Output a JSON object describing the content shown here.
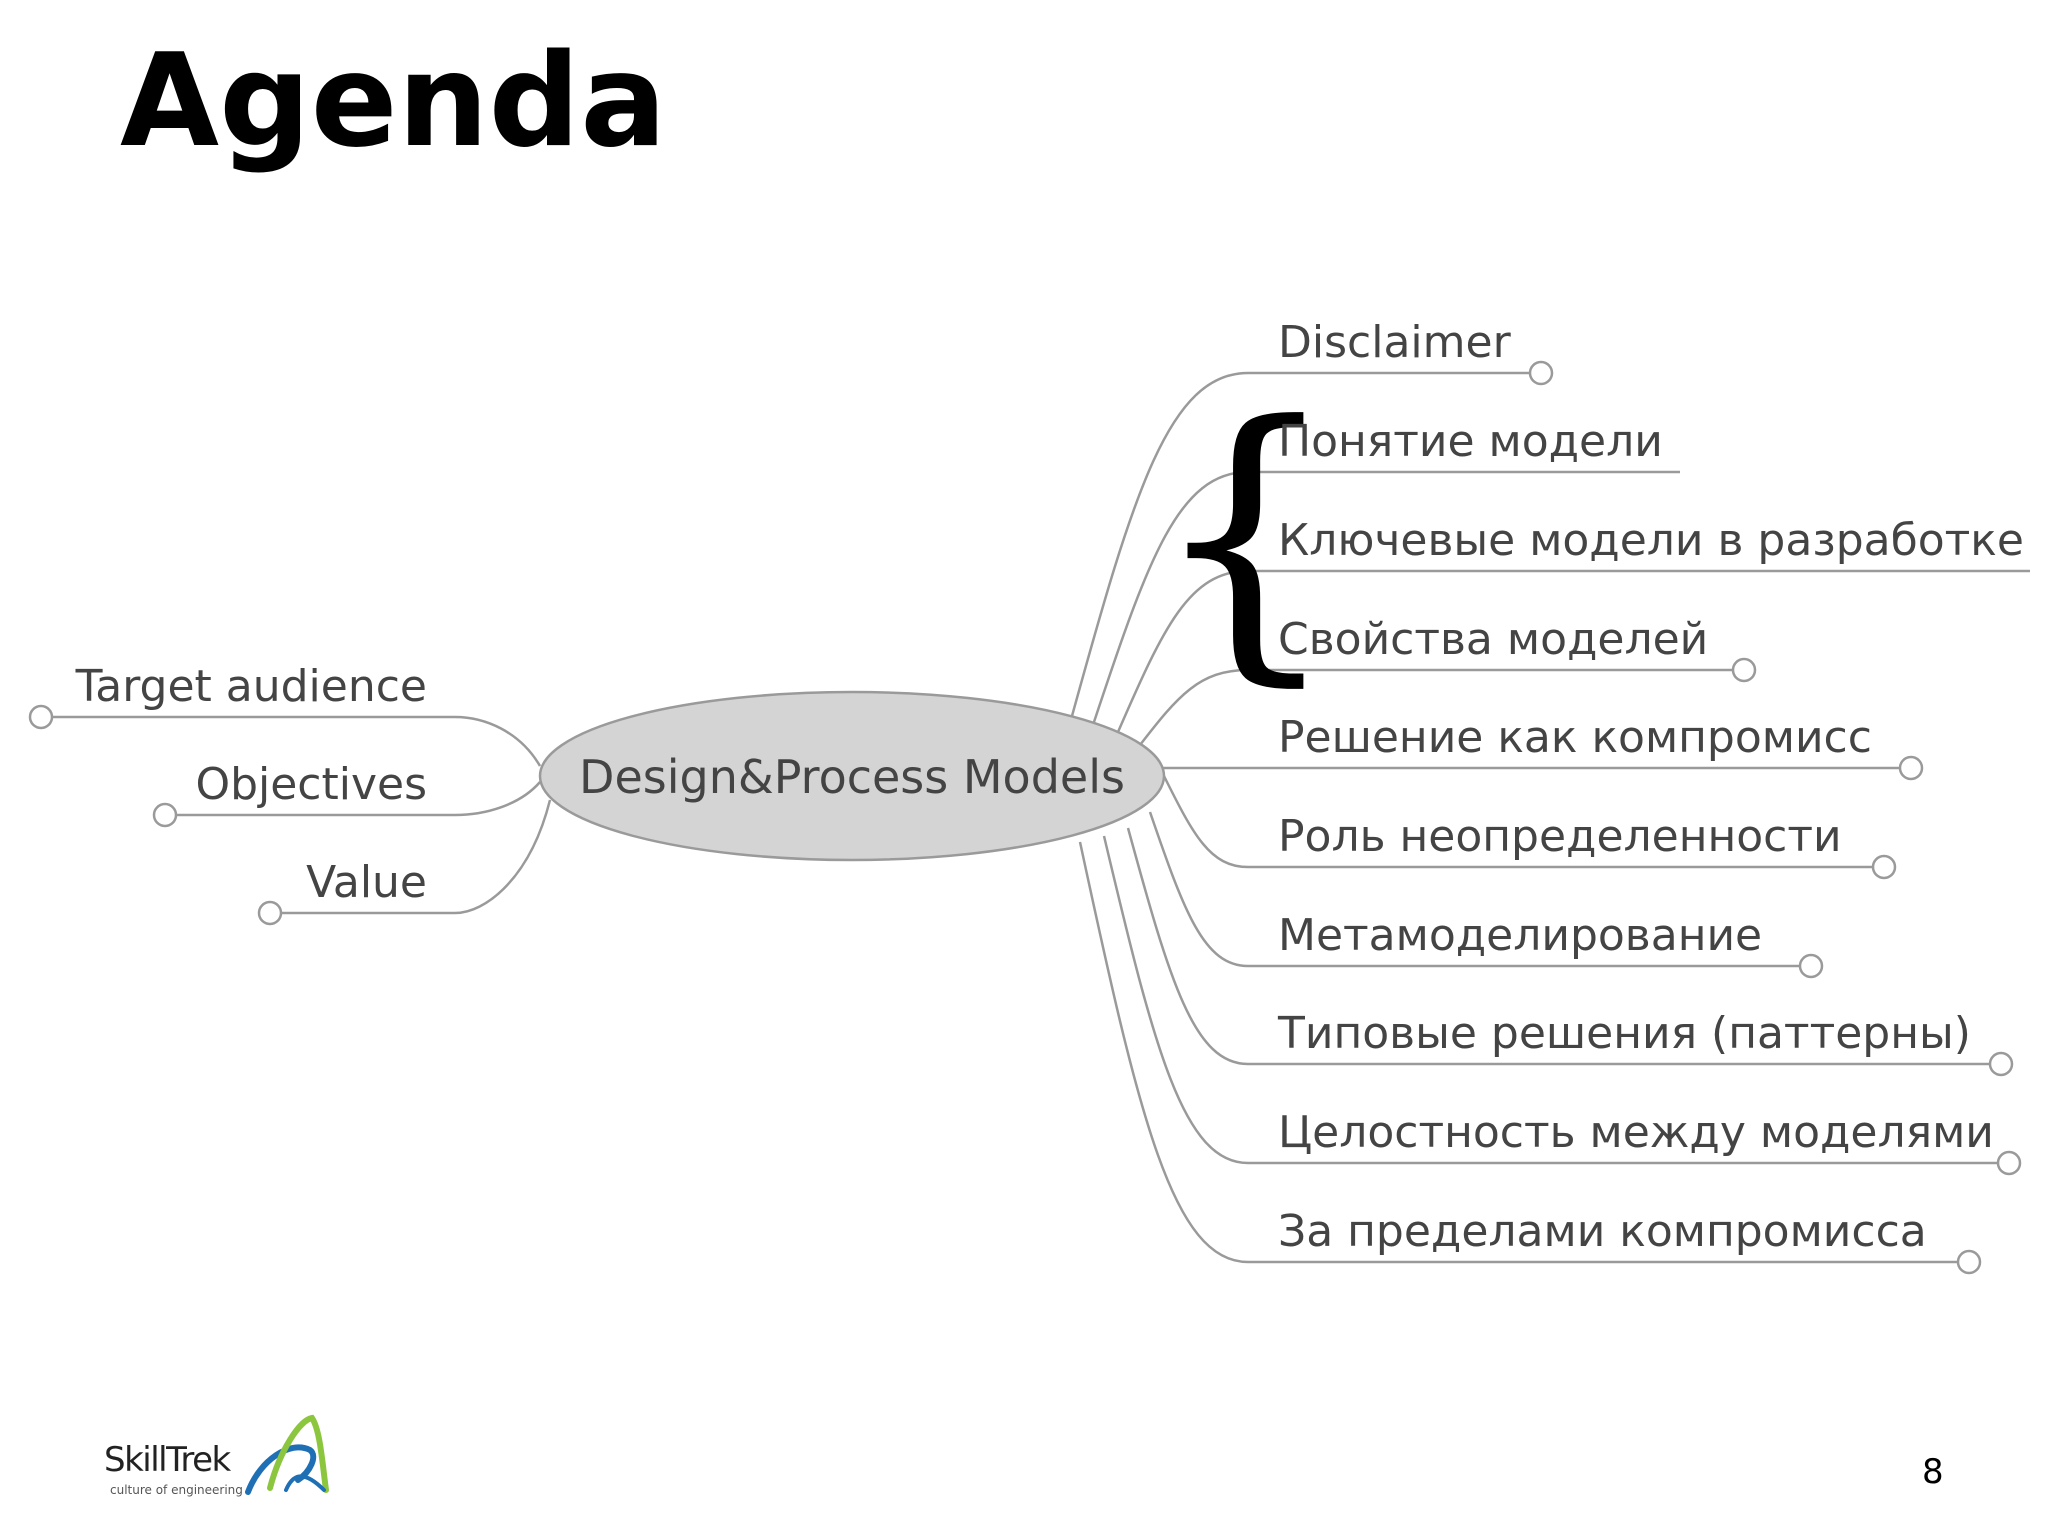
{
  "slide": {
    "title": "Agenda",
    "page_number": "8"
  },
  "mindmap": {
    "center": "Design&Process Models",
    "left_branches": [
      {
        "label": "Target audience"
      },
      {
        "label": "Objectives"
      },
      {
        "label": "Value"
      }
    ],
    "right_branches": [
      {
        "label": "Disclaimer"
      },
      {
        "label": "Понятие модели"
      },
      {
        "label": "Ключевые модели в разработке"
      },
      {
        "label": "Свойства моделей"
      },
      {
        "label": "Решение как компромисс"
      },
      {
        "label": "Роль неопределенности"
      },
      {
        "label": "Метамоделирование"
      },
      {
        "label": "Типовые решения (паттерны)"
      },
      {
        "label": "Целостность между моделями"
      },
      {
        "label": "За пределами компромисса"
      }
    ],
    "brace": "{"
  },
  "logo": {
    "name": "SkillTrek",
    "tagline": "culture of engineering"
  },
  "colors": {
    "center_fill": "#d4d4d4",
    "line": "#9a9a9a",
    "text": "#444444",
    "logo_green": "#8cc63f",
    "logo_blue": "#1f6fb5"
  }
}
